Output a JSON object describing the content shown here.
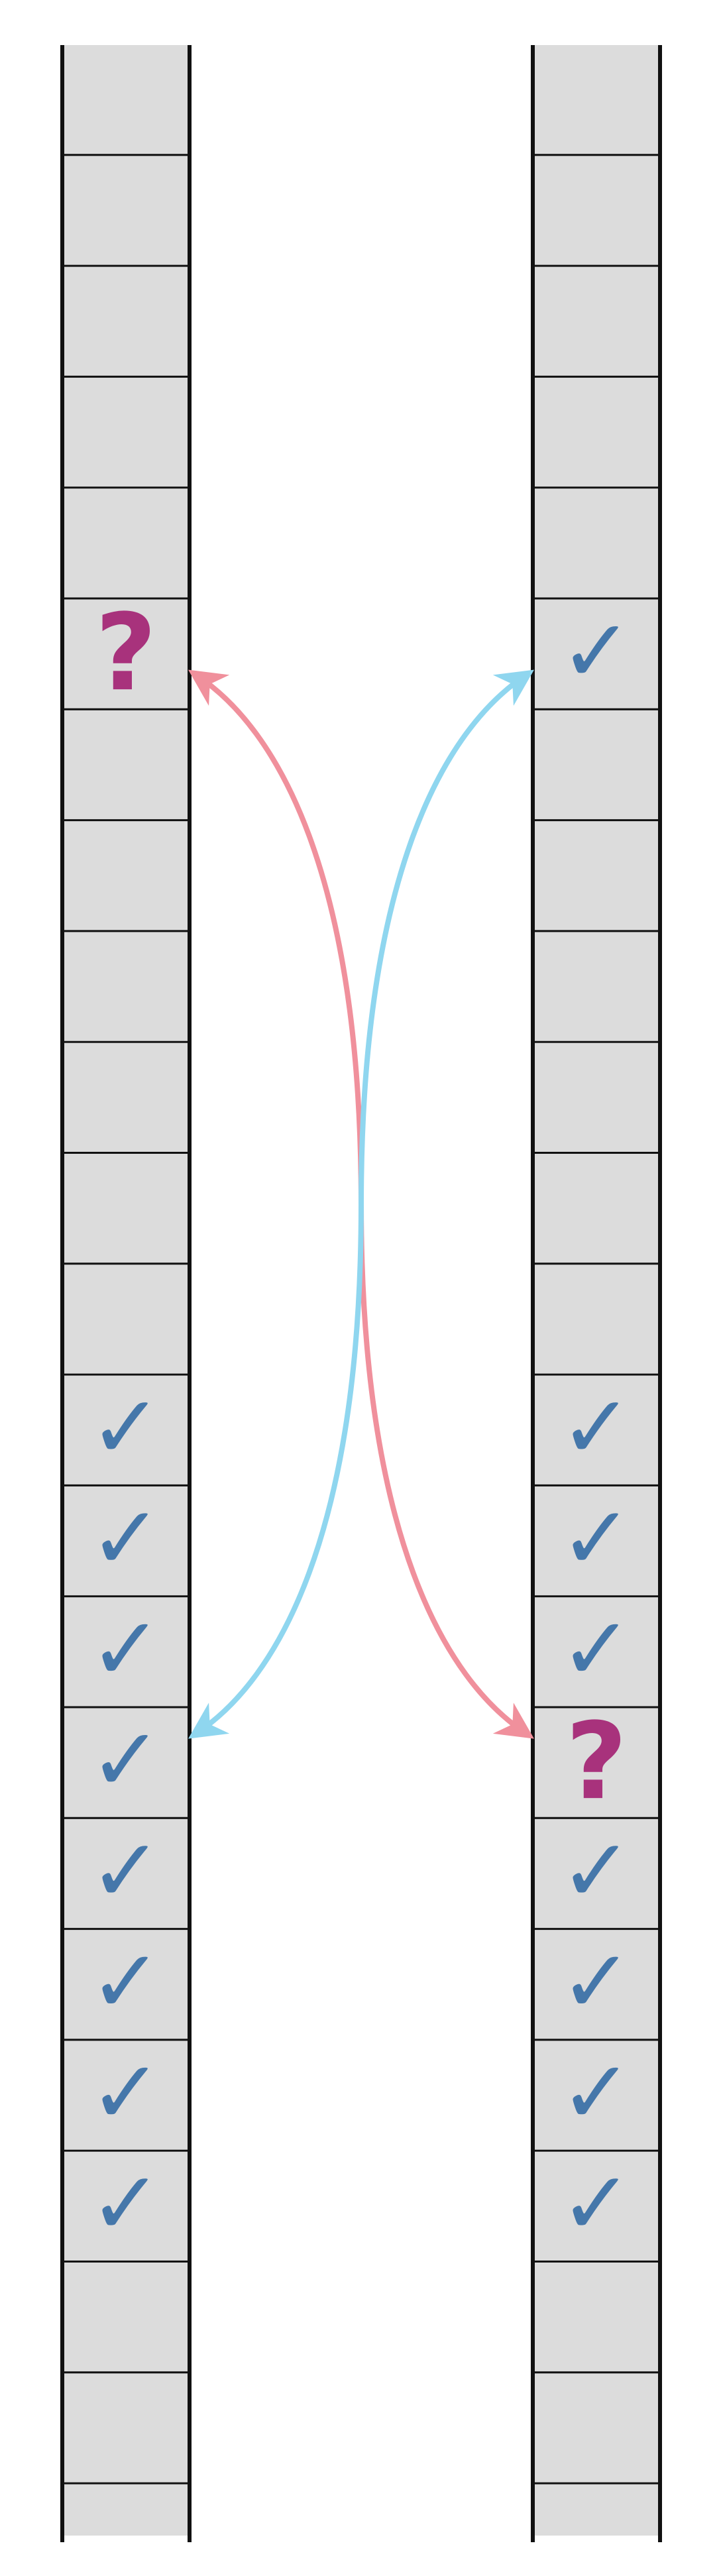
{
  "colors": {
    "cell_fill": "#dcdcdc",
    "cell_border": "#111111",
    "check": "#4577aa",
    "question": "#a8327c",
    "arrow_pink": "#f0909c",
    "arrow_blue": "#8fd6ef"
  },
  "columns": [
    {
      "name": "left-column",
      "cells": [
        "",
        "",
        "",
        "",
        "",
        "?",
        "",
        "",
        "",
        "",
        "",
        "",
        "✓",
        "✓",
        "✓",
        "✓",
        "✓",
        "✓",
        "✓",
        "✓",
        "",
        "",
        ""
      ]
    },
    {
      "name": "right-column",
      "cells": [
        "",
        "",
        "",
        "",
        "",
        "✓",
        "",
        "",
        "",
        "",
        "",
        "",
        "✓",
        "✓",
        "✓",
        "?",
        "✓",
        "✓",
        "✓",
        "✓",
        "",
        "",
        ""
      ]
    }
  ],
  "arrows": [
    {
      "name": "pink-arrow",
      "color": "arrow_pink",
      "from": {
        "column": 0,
        "row": 5
      },
      "to": {
        "column": 1,
        "row": 15
      }
    },
    {
      "name": "blue-arrow",
      "color": "arrow_blue",
      "from": {
        "column": 1,
        "row": 5
      },
      "to": {
        "column": 0,
        "row": 15
      }
    }
  ],
  "icons": {
    "check": "checkmark-icon",
    "question": "question-mark-icon"
  }
}
